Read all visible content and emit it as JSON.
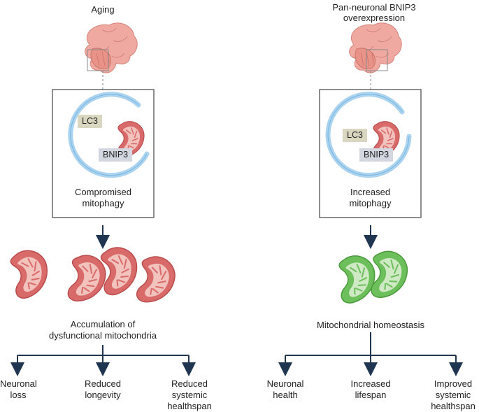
{
  "left": {
    "title": "Aging",
    "tag_lc3": "LC3",
    "tag_bnip3": "BNIP3",
    "box_caption_1": "Compromised",
    "box_caption_2": "mitophagy",
    "result_1": "Accumulation of",
    "result_2": "dysfunctional mitochondria",
    "outcomes": [
      {
        "l1": "Neuronal",
        "l2": "loss",
        "l3": ""
      },
      {
        "l1": "Reduced",
        "l2": "longevity",
        "l3": ""
      },
      {
        "l1": "Reduced",
        "l2": "systemic",
        "l3": "healthspan"
      }
    ]
  },
  "right": {
    "title_1": "Pan-neuronal BNIP3",
    "title_2": "overexpression",
    "tag_lc3": "LC3",
    "tag_bnip3": "BNIP3",
    "box_caption_1": "Increased",
    "box_caption_2": "mitophagy",
    "result_1": "Mitochondrial homeostasis",
    "outcomes": [
      {
        "l1": "Neuronal",
        "l2": "health",
        "l3": ""
      },
      {
        "l1": "Increased",
        "l2": "lifespan",
        "l3": ""
      },
      {
        "l1": "Improved",
        "l2": "systemic",
        "l3": "healthspan"
      }
    ]
  },
  "colors": {
    "arrow": "#1f3550",
    "membrane": "#a9d3ef",
    "mito_red": "#d96a6a",
    "mito_green": "#6cbf5a",
    "brain": "#f0a9a0",
    "lc3_bg": "#d9d7c0",
    "bnip3_bg": "#d3d8e0"
  }
}
